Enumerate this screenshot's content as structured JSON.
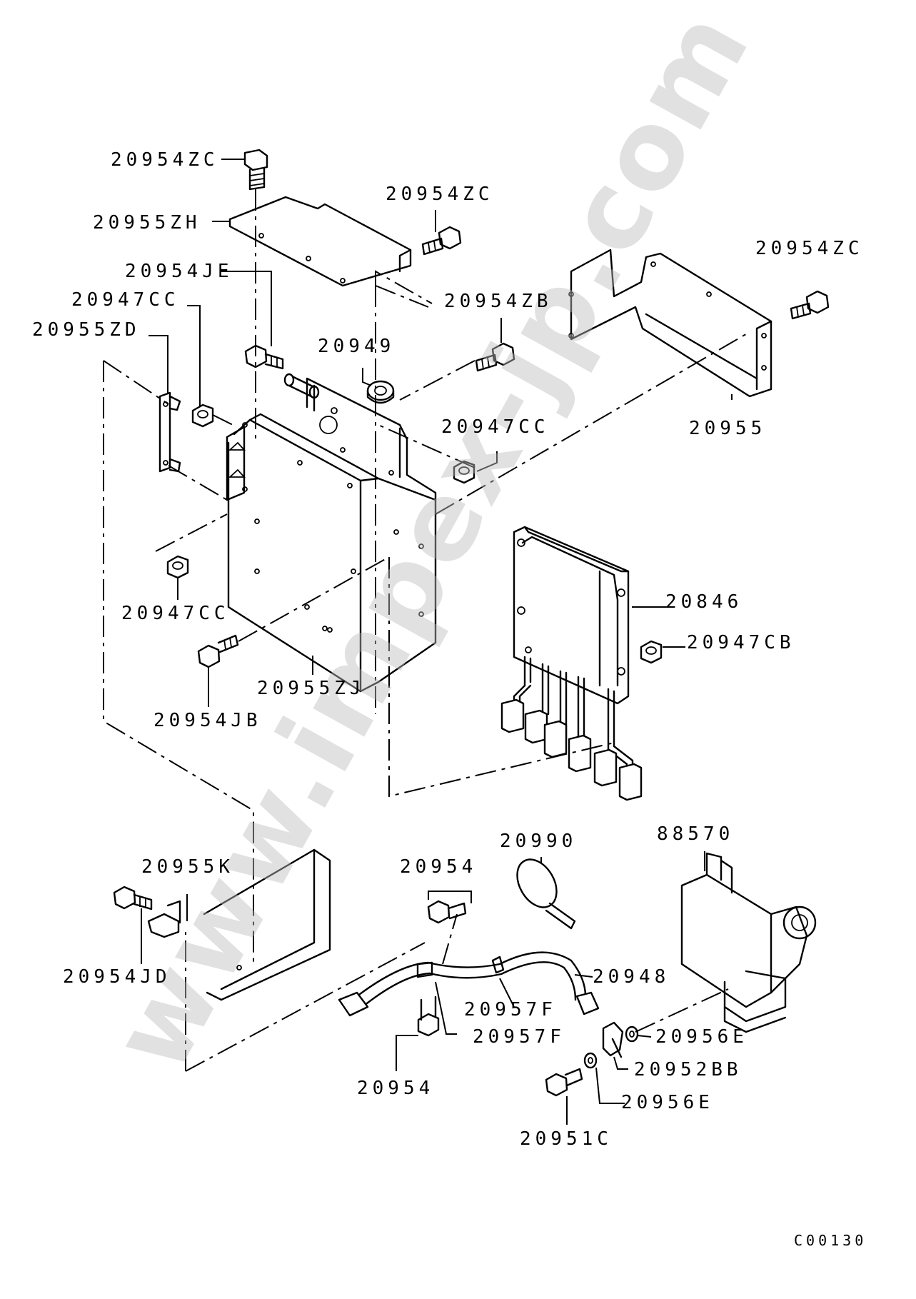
{
  "watermark": "www.impex-jp.com",
  "drawing_code": "C00130",
  "labels": {
    "l_20954ZC_a": "20954ZC",
    "l_20954ZC_b": "20954ZC",
    "l_20954ZC_c": "20954ZC",
    "l_20955ZH": "20955ZH",
    "l_20954JE": "20954JE",
    "l_20947CC_a": "20947CC",
    "l_20955ZD": "20955ZD",
    "l_20954ZB": "20954ZB",
    "l_20949": "20949",
    "l_20947CC_b": "20947CC",
    "l_20955": "20955",
    "l_20846": "20846",
    "l_20947CB": "20947CB",
    "l_20947CC_c": "20947CC",
    "l_20955ZJ": "20955ZJ",
    "l_20954JB": "20954JB",
    "l_20990": "20990",
    "l_88570": "88570",
    "l_20954_a": "20954",
    "l_20955K": "20955K",
    "l_20954JD": "20954JD",
    "l_20948": "20948",
    "l_20957F_a": "20957F",
    "l_20957F_b": "20957F",
    "l_20956E_a": "20956E",
    "l_20952BB": "20952BB",
    "l_20956E_b": "20956E",
    "l_20954_b": "20954",
    "l_20951C": "20951C"
  }
}
